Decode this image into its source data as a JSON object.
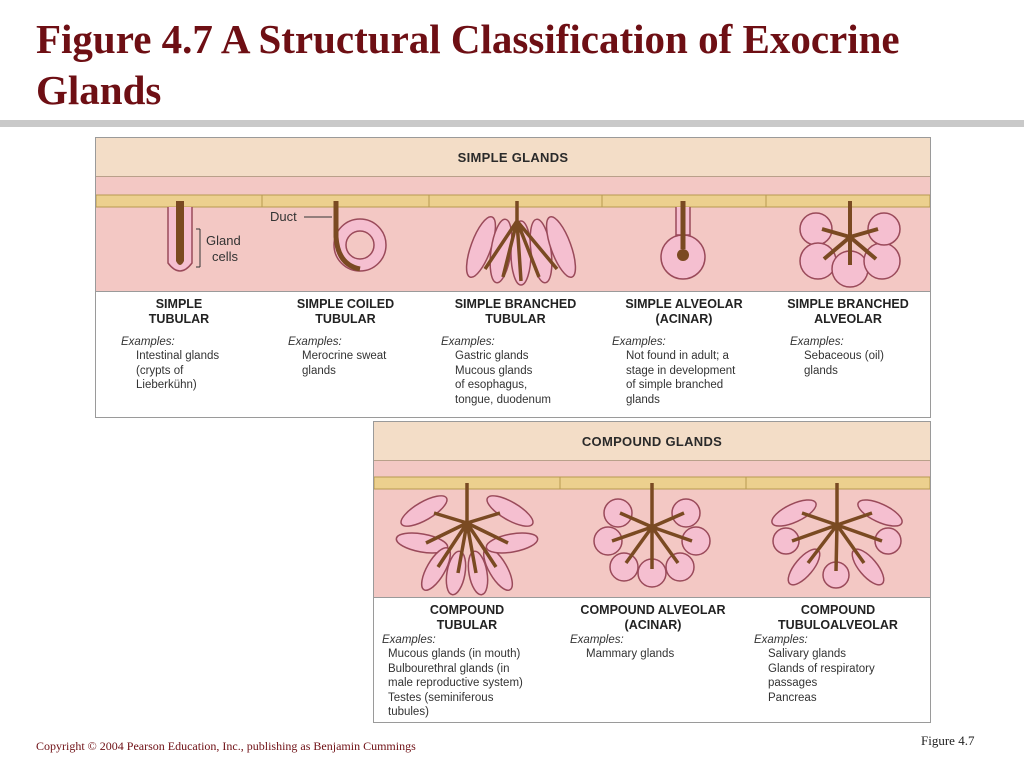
{
  "title": "Figure 4.7  A Structural Classification of Exocrine Glands",
  "simple": {
    "header": "SIMPLE GLANDS",
    "cells": [
      {
        "name": "SIMPLE\nTUBULAR",
        "examples_label": "Examples:",
        "examples": "Intestinal glands\n  (crypts of\n  Lieberkühn)"
      },
      {
        "name": "SIMPLE COILED\nTUBULAR",
        "examples_label": "Examples:",
        "examples": "Merocrine sweat\n  glands"
      },
      {
        "name": "SIMPLE BRANCHED\nTUBULAR",
        "examples_label": "Examples:",
        "examples": "Gastric glands\nMucous glands\n  of esophagus,\n  tongue, duodenum"
      },
      {
        "name": "SIMPLE ALVEOLAR\n(ACINAR)",
        "examples_label": "Examples:",
        "examples": "Not found in adult; a\n  stage in development\n  of simple branched\n  glands"
      },
      {
        "name": "SIMPLE BRANCHED\nALVEOLAR",
        "examples_label": "Examples:",
        "examples": "Sebaceous (oil)\n  glands"
      }
    ],
    "labels": {
      "duct": "Duct",
      "gland_cells": "Gland\ncells"
    }
  },
  "compound": {
    "header": "COMPOUND GLANDS",
    "cells": [
      {
        "name": "COMPOUND\nTUBULAR",
        "examples_label": "Examples:",
        "examples": "Mucous glands (in mouth)\nBulbourethral glands (in\n  male reproductive system)\nTestes (seminiferous\n  tubules)"
      },
      {
        "name": "COMPOUND ALVEOLAR\n(ACINAR)",
        "examples_label": "Examples:",
        "examples": "Mammary glands"
      },
      {
        "name": "COMPOUND\nTUBULOALVEOLAR",
        "examples_label": "Examples:",
        "examples": "Salivary glands\nGlands of respiratory\n  passages\nPancreas"
      }
    ]
  },
  "footer": {
    "copyright": "Copyright © 2004 Pearson Education, Inc., publishing as Benjamin Cummings",
    "figure_ref": "Figure 4.7"
  },
  "colors": {
    "title": "#6e0f14",
    "header_bg": "#f3ddc7",
    "tissue": "#f3c8c4",
    "epithelium": "#ecd08e",
    "gland_fill": "#f5bfd0",
    "gland_stroke": "#9a4a5a",
    "duct": "#7a4a22"
  }
}
